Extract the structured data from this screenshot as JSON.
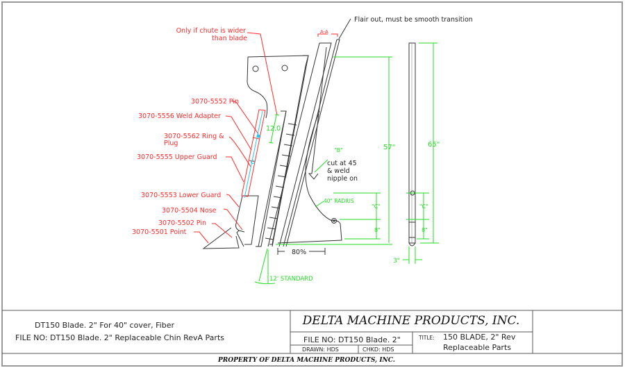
{
  "drawing": {
    "notes": {
      "flair_note": "Flair out, must be smooth transition",
      "chute_note_line1": "Only if chute is wider",
      "chute_note_line2": "than blade",
      "section_label": "A-A",
      "cut_note_label": "\"B\"",
      "cut_note_line1": "cut at 45",
      "cut_note_line2": "& weld",
      "cut_note_line3": "nipple on"
    },
    "parts": [
      {
        "id": "3070-5552",
        "label": "3070-5552 Pin"
      },
      {
        "id": "3070-5556",
        "label": "3070-5556 Weld Adapter"
      },
      {
        "id": "3070-5562",
        "label": "3070-5562 Ring &",
        "label2": "Plug"
      },
      {
        "id": "3070-5555",
        "label": "3070-5555 Upper Guard"
      },
      {
        "id": "3070-5553",
        "label": "3070-5553 Lower Guard"
      },
      {
        "id": "3070-5504",
        "label": "3070-5504 Nose"
      },
      {
        "id": "3070-5502",
        "label": "3070-5502 Pin"
      },
      {
        "id": "3070-5501",
        "label": "3070-5501 Point"
      }
    ],
    "dimensions": {
      "guard_length": "12.0",
      "height_side": "57\"",
      "height_total": "65\"",
      "c_side": "\"C\"",
      "eight_side": "8\"",
      "c_front": "\"C\"",
      "eight_front": "8\"",
      "width_front": "3\"",
      "radius": "40\" RADIUS",
      "percent": "80%",
      "angle": "12' STANDARD"
    },
    "colors": {
      "callout": "#ff2a2a",
      "dimension": "#22dd22",
      "geometry": "#222222",
      "centerline": "#22ccee"
    }
  },
  "title_block": {
    "description_line1": "DT150 Blade. 2\" For  40\" cover, Fiber",
    "description_line2": "FILE NO: DT150 Blade. 2\" Replaceable Chin RevA Parts",
    "company": "DELTA MACHINE PRODUCTS, INC.",
    "file_no": "FILE NO: DT150 Blade. 2\"",
    "drawn": "DRAWN: HDS",
    "checked": "CHKD: HDS",
    "title_label": "TITLE:",
    "title_line1": "150 BLADE, 2\" Rev",
    "title_line2": "Replaceable Parts",
    "property": "PROPERTY OF DELTA MACHINE PRODUCTS, INC."
  }
}
